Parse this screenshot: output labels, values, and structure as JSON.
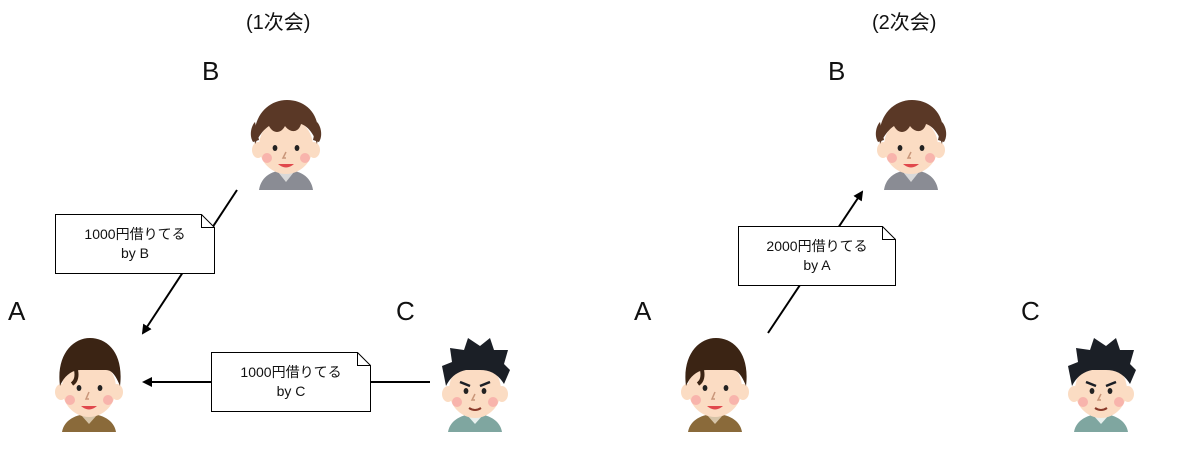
{
  "panels": [
    {
      "title": "(1次会)",
      "people": {
        "a": "A",
        "b": "B",
        "c": "C"
      },
      "notes": [
        {
          "line1": "1000円借りてる",
          "line2": "by B"
        },
        {
          "line1": "1000円借りてる",
          "line2": "by C"
        }
      ]
    },
    {
      "title": "(2次会)",
      "people": {
        "a": "A",
        "b": "B",
        "c": "C"
      },
      "notes": [
        {
          "line1": "2000円借りてる",
          "line2": "by A"
        }
      ]
    }
  ],
  "icons": {
    "person_a": "person-a-icon",
    "person_b": "person-b-icon",
    "person_c": "person-c-icon"
  },
  "colors": {
    "skin": "#fbdcc3",
    "hair_brown": "#5a3826",
    "hair_dark_brown": "#3b2414",
    "hair_black": "#1b1f26",
    "shirt_a": "#8a6a3a",
    "shirt_b": "#8a8c94",
    "shirt_c": "#7fa6a0",
    "arrow": "#000000"
  }
}
